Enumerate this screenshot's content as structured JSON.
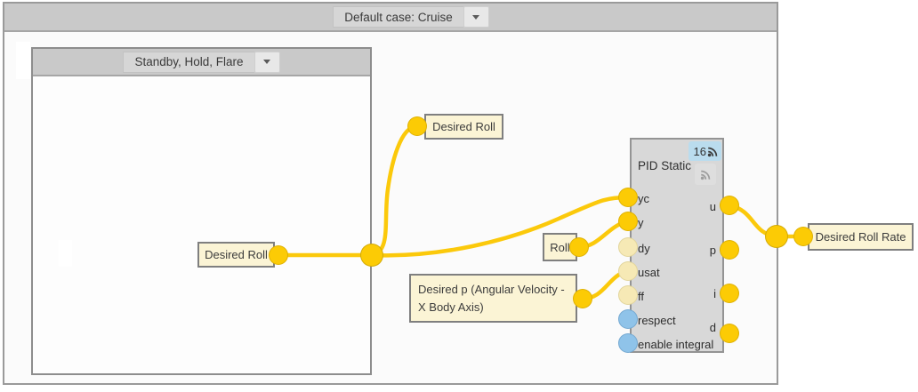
{
  "outer_case": {
    "selector": "Default case: Cruise"
  },
  "inner_case": {
    "selector": "Standby, Hold, Flare"
  },
  "pid_block": {
    "title": "PID Static",
    "badge": "16",
    "inputs": [
      "yc",
      "y",
      "dy",
      "usat",
      "ff",
      "respect",
      "enable integral"
    ],
    "outputs": [
      "u",
      "p",
      "i",
      "d"
    ]
  },
  "signal_labels": {
    "desired_roll_left": "Desired Roll",
    "desired_roll_top": "Desired Roll",
    "roll": "Roll",
    "desired_p": "Desired p (Angular Velocity - X Body Axis)",
    "desired_roll_rate": "Desired Roll Rate"
  },
  "icons": {
    "combo_arrow": "caret-down-icon",
    "badge_icon": "broadcast-icon",
    "muted_icon": "broadcast-icon"
  },
  "colors": {
    "wire": "#FBC90B",
    "port_connected": "#FCCB05",
    "port_unconnected": "#F6E9B5",
    "port_boolean": "#8FC3E9",
    "label_bg": "#FBF4D5",
    "header_bg": "#C9C9C9",
    "block_bg": "#D8D8D8",
    "badge_bg": "#BADCEE"
  }
}
